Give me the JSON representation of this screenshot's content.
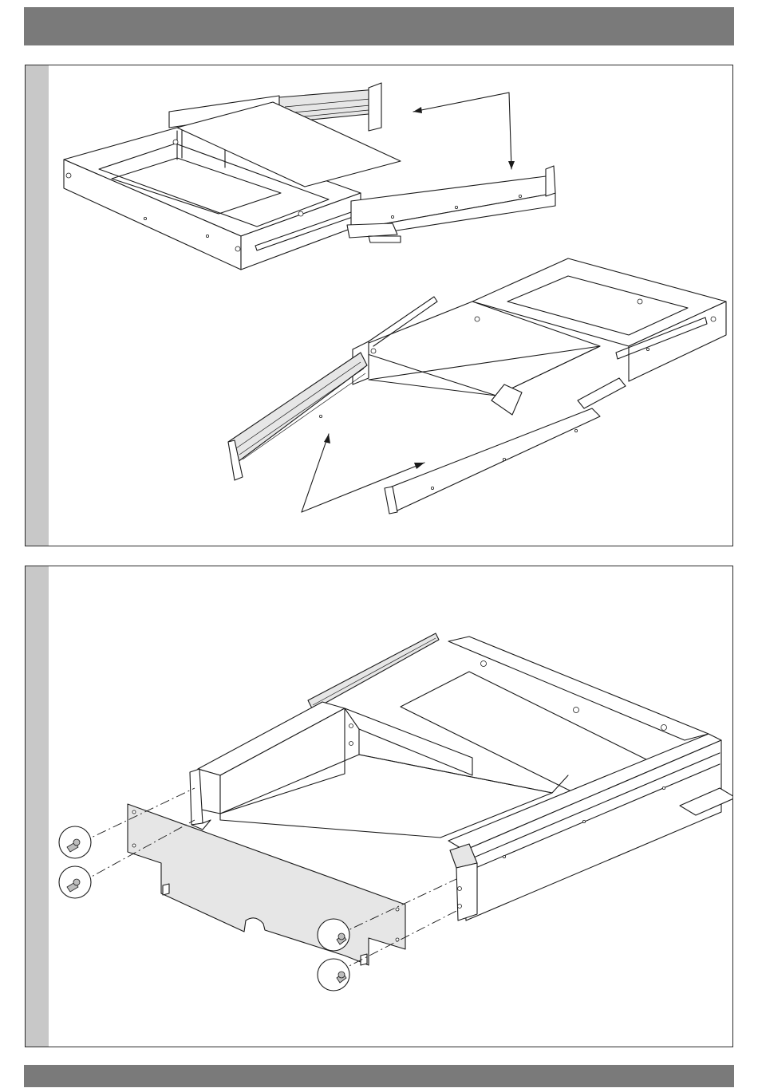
{
  "header": {
    "color": "#7a7a7a"
  },
  "footer": {
    "color": "#7a7a7a"
  },
  "steps": [
    {
      "illustration": "remove-side-slide-rails",
      "callout_arrows": 2
    },
    {
      "illustration": "attach-front-panel-with-screws",
      "screw_callouts": 4
    }
  ],
  "colors": {
    "step_strip": "#c8c8c8",
    "panel_fill": "#e0e0e0",
    "line": "#1a1a1a"
  }
}
